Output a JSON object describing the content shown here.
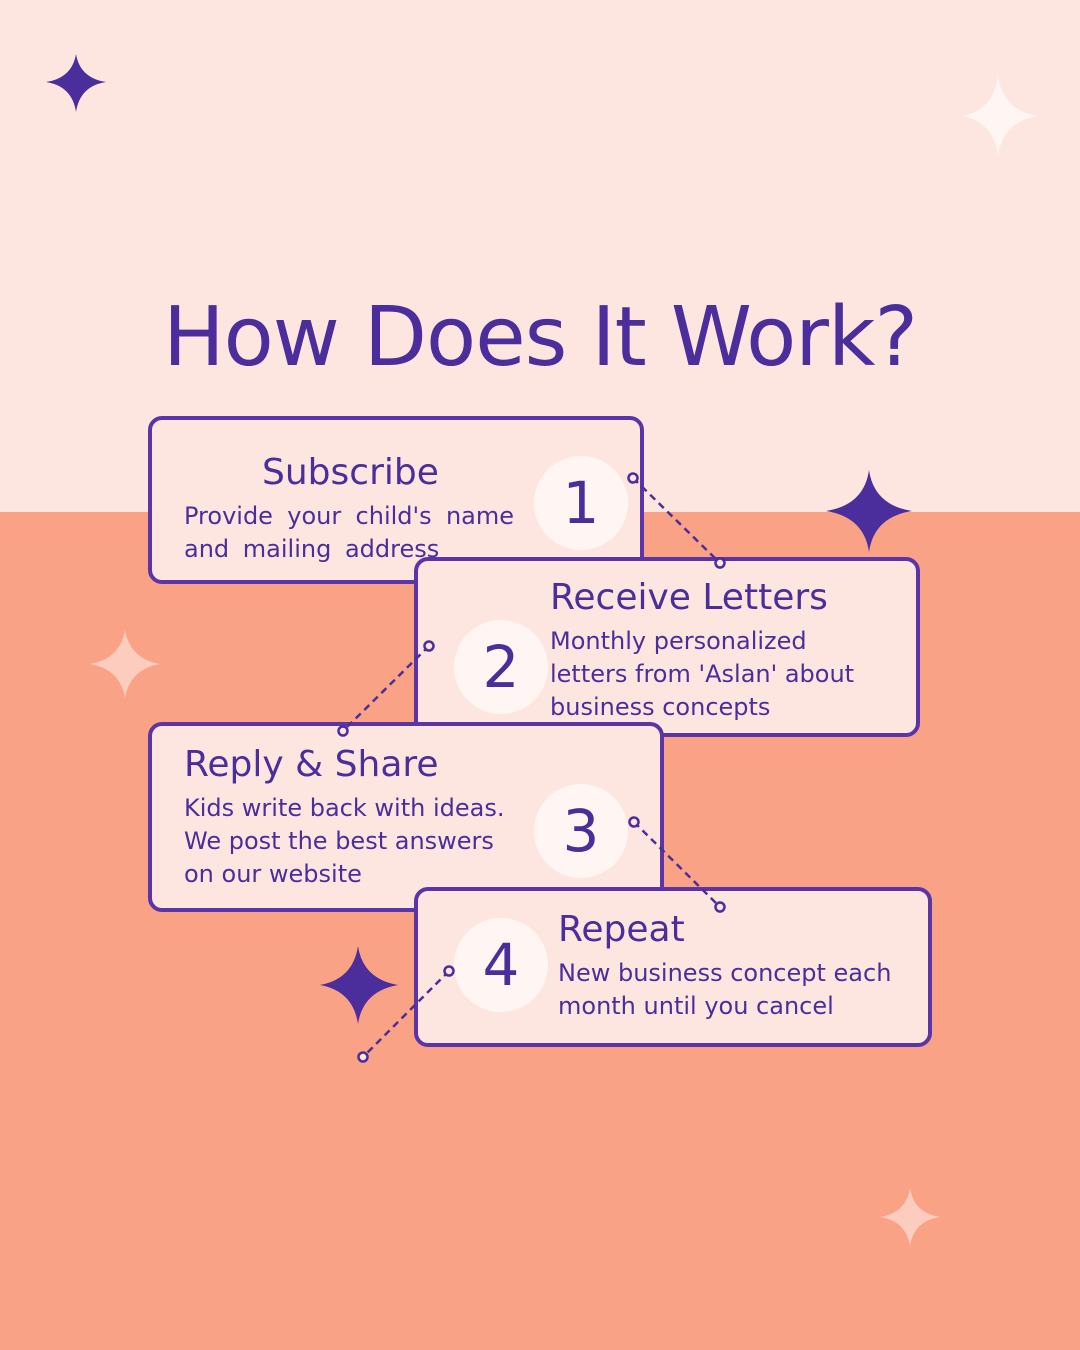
{
  "title": "How Does It Work?",
  "steps": [
    {
      "number": "1",
      "title": "Subscribe",
      "description": "Provide your child's name and mailing address"
    },
    {
      "number": "2",
      "title": "Receive Letters",
      "description": "Monthly personalized letters from 'Aslan' about business concepts"
    },
    {
      "number": "3",
      "title": "Reply & Share",
      "description": "Kids write back with ideas. We post the best answers on our website"
    },
    {
      "number": "4",
      "title": "Repeat",
      "description": "New business concept each month until you cancel"
    }
  ],
  "colors": {
    "background_top": "#FEE6E0",
    "background_bottom": "#F9A286",
    "accent": "#5B34A8",
    "text": "#4B2E9B"
  }
}
